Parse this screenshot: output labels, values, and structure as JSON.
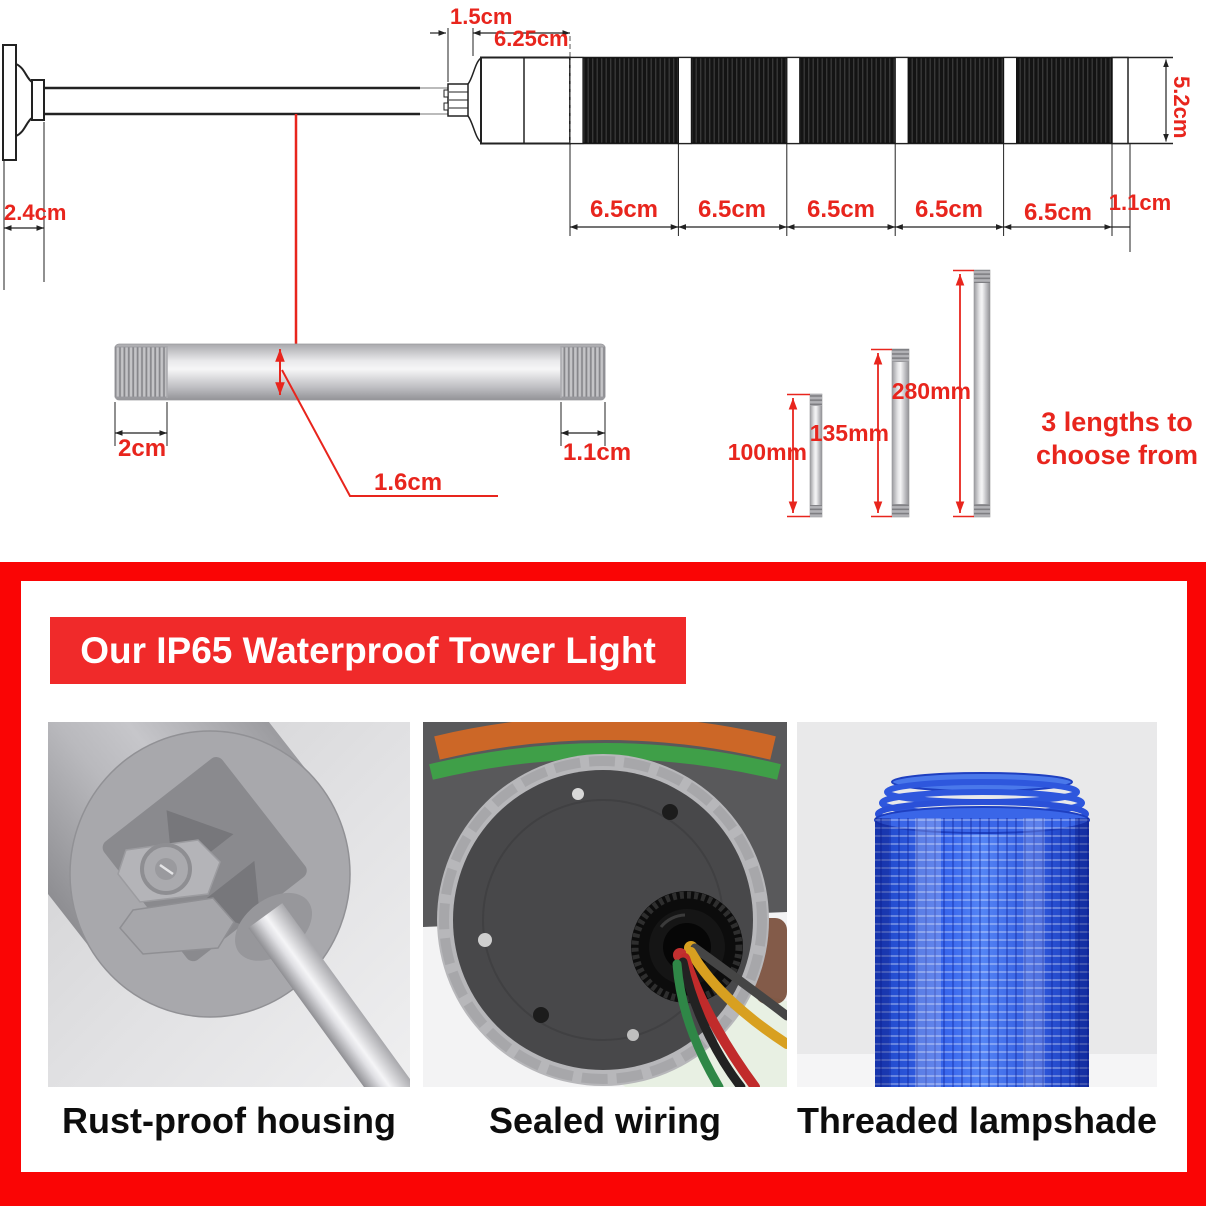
{
  "colors": {
    "frame_red": "#fa0505",
    "title_bg_red": "#f02a2a",
    "dim_text_red": "#e8251d",
    "caption_black": "#0d0d0d",
    "drawing_line": "#222222",
    "lampshade_blue": "#2e57dd"
  },
  "diagram": {
    "labels": {
      "connector_len": "1.5cm",
      "base_len": "6.25cm",
      "body_dia": "5.2cm",
      "wall_base_depth": "2.4cm",
      "segment_lens": [
        "6.5cm",
        "6.5cm",
        "6.5cm",
        "6.5cm",
        "6.5cm"
      ],
      "end_cap_len": "1.1cm",
      "pole_thread_left": "2cm",
      "pole_thread_right": "1.1cm",
      "pole_diameter": "1.6cm"
    },
    "pole_lengths": [
      "100mm",
      "135mm",
      "280mm"
    ],
    "note": [
      "3 lengths to",
      "choose from"
    ]
  },
  "panel": {
    "title": "Our IP65 Waterproof Tower Light",
    "features": [
      {
        "caption": "Rust-proof housing"
      },
      {
        "caption": "Sealed wiring"
      },
      {
        "caption": "Threaded lampshade"
      }
    ]
  }
}
